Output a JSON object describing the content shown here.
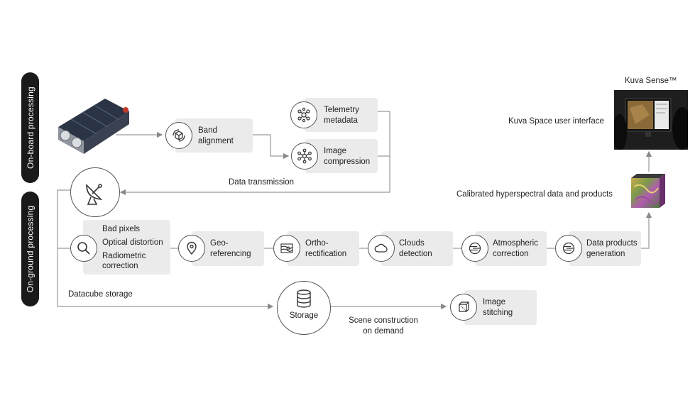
{
  "sections": {
    "onboard": "On-board processing",
    "onground": "On-ground processing"
  },
  "onboard": {
    "band_alignment": "Band\nalignment",
    "telemetry": "Telemetry\nmetadata",
    "compression": "Image\ncompression",
    "transmission": "Data transmission"
  },
  "ground": {
    "corrections": [
      "Bad pixels",
      "Optical distortion",
      "Radiometric\ncorrection"
    ],
    "georef": "Geo-\nreferencing",
    "ortho": "Ortho-\nrectification",
    "clouds": "Clouds\ndetection",
    "atmos": "Atmospheric\ncorrection",
    "products": "Data products\ngeneration",
    "datacube": "Datacube storage",
    "storage": "Storage",
    "scene": "Scene construction\non demand",
    "stitching": "Image\nstitching"
  },
  "output": {
    "calibrated": "Calibrated hyperspectral data and products",
    "ui_label": "Kuva Space user interface",
    "sense": "Kuva Sense™"
  },
  "colors": {
    "line": "#9a9a9a",
    "box": "#ebebeb",
    "pill": "#1a1a1a"
  }
}
